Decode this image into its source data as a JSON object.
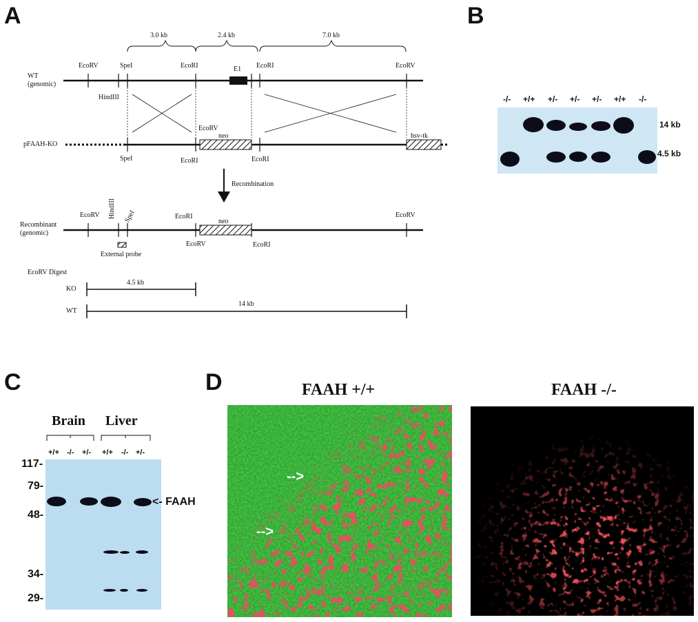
{
  "panels": {
    "a": "A",
    "b": "B",
    "c": "C",
    "d": "D"
  },
  "panelA": {
    "segments": [
      "3.0 kb",
      "2.4 kb",
      "7.0 kb"
    ],
    "wt_label": "WT",
    "wt_sub": "(genomic)",
    "wt_sites": {
      "ecorv1": "EcoRV",
      "spei": "SpeI",
      "ecori1": "EcoRI",
      "e1": "E1",
      "ecori2": "EcoRI",
      "ecorv2": "EcoRV",
      "hindiii": "HindIII"
    },
    "ko_label": "pFAAH-KO",
    "ko_sites": {
      "ecorv": "EcoRV",
      "neo": "neo",
      "hsvtk": "hsv-tk",
      "spei": "SpeI",
      "ecori1": "EcoRI",
      "ecori2": "EcoRI"
    },
    "recombination": "Recombination",
    "rec_label": "Recombinant",
    "rec_sub": "(genomic)",
    "rec_sites": {
      "ecorv1": "EcoRV",
      "hindiii": "HindIII",
      "spei": "SpeI",
      "ecori1": "EcoRI",
      "neo": "neo",
      "ecorv2": "EcoRV",
      "ecorv3": "EcoRV",
      "ecori2": "EcoRI"
    },
    "probe": "External probe",
    "digest": "EcoRV Digest",
    "ko": "KO",
    "ko_size": "4.5 kb",
    "wt": "WT",
    "wt_size": "14 kb"
  },
  "panelB": {
    "lanes": [
      "-/-",
      "+/+",
      "+/-",
      "+/-",
      "+/-",
      "+/+",
      "-/-"
    ],
    "size_top": "14 kb",
    "size_bottom": "4.5 kb"
  },
  "panelC": {
    "brain": "Brain",
    "liver": "Liver",
    "lanes": [
      "+/+",
      "-/-",
      "+/-",
      "+/+",
      "-/-",
      "+/-"
    ],
    "markers": [
      "117-",
      "79-",
      "48-",
      "34-",
      "29-"
    ],
    "faah": "<- FAAH"
  },
  "panelD": {
    "left_title": "FAAH +/+",
    "right_title": "FAAH -/-",
    "arrow1": "-->",
    "arrow2": "-->"
  },
  "colors": {
    "blot_b": "#cfe6f4",
    "blot_c": "#bcdcf0",
    "green": "#2fbf2f",
    "red": "#e0202a"
  }
}
